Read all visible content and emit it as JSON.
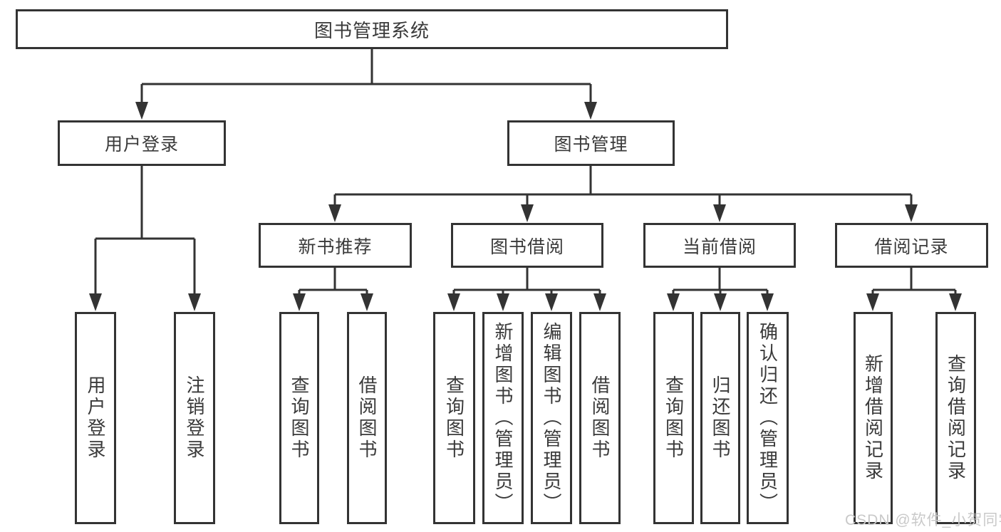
{
  "diagram": {
    "title": "图书管理系统",
    "root": {
      "label": "图书管理系统"
    },
    "level2": [
      {
        "id": "user-login",
        "label": "用户登录"
      },
      {
        "id": "book-management",
        "label": "图书管理"
      }
    ],
    "level3": [
      {
        "id": "new-book-recommend",
        "label": "新书推荐",
        "parent": "图书管理"
      },
      {
        "id": "book-borrowing",
        "label": "图书借阅",
        "parent": "图书管理"
      },
      {
        "id": "current-borrowing",
        "label": "当前借阅",
        "parent": "图书管理"
      },
      {
        "id": "borrowing-records",
        "label": "借阅记录",
        "parent": "图书管理"
      }
    ],
    "leaves": [
      {
        "label": "用户登录",
        "parent": "用户登录"
      },
      {
        "label": "注销登录",
        "parent": "用户登录"
      },
      {
        "label": "查询图书",
        "parent": "新书推荐"
      },
      {
        "label": "借阅图书",
        "parent": "新书推荐"
      },
      {
        "label": "查询图书",
        "parent": "图书借阅"
      },
      {
        "label": "新增图书（管理员）",
        "parent": "图书借阅"
      },
      {
        "label": "编辑图书（管理员）",
        "parent": "图书借阅"
      },
      {
        "label": "借阅图书",
        "parent": "图书借阅"
      },
      {
        "label": "查询图书",
        "parent": "当前借阅"
      },
      {
        "label": "归还图书",
        "parent": "当前借阅"
      },
      {
        "label": "确认归还（管理员）",
        "parent": "当前借阅"
      },
      {
        "label": "新增借阅记录",
        "parent": "借阅记录"
      },
      {
        "label": "查询借阅记录",
        "parent": "借阅记录"
      }
    ]
  },
  "watermark": {
    "text": "CSDN @软件_小贺同学",
    "color": "#c9c9c9"
  },
  "colors": {
    "line": "#333333",
    "text": "#3a3a3a",
    "background": "#ffffff"
  }
}
